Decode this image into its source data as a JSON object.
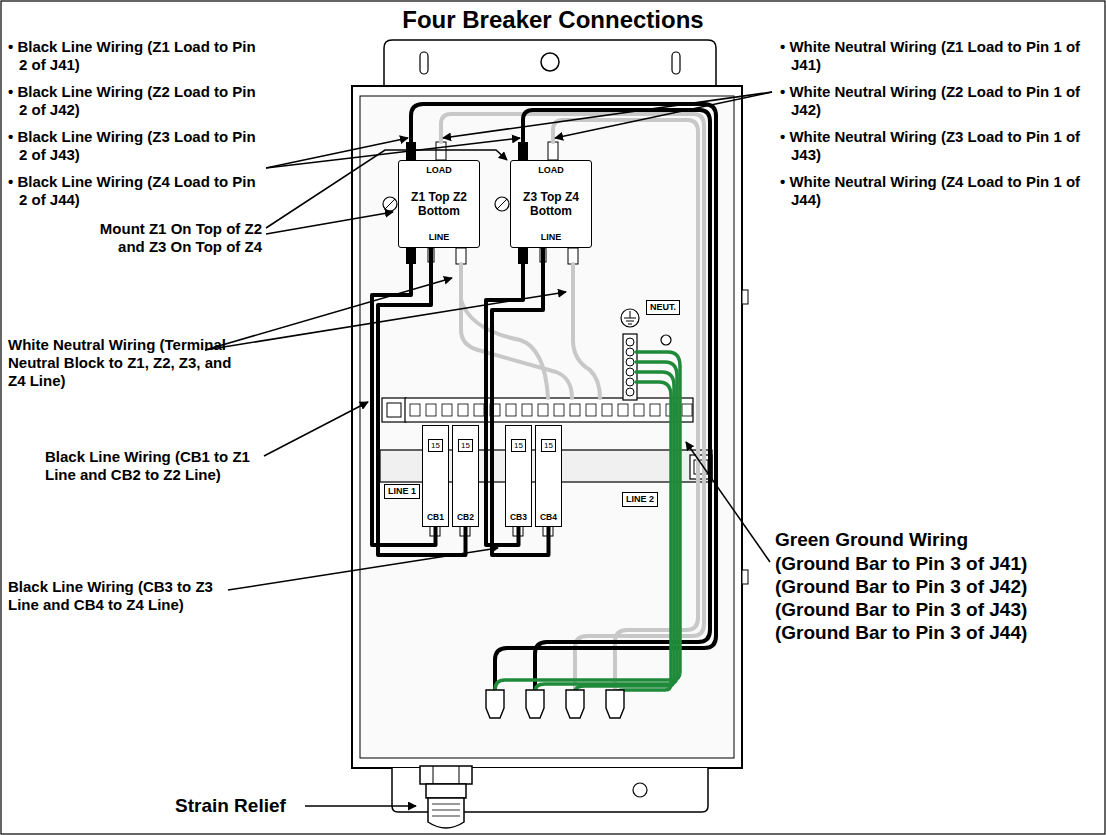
{
  "diagram": {
    "title": "Four Breaker Connections",
    "nodes": [
      {
        "text": [
          "LOAD",
          "Z1 Top Z2 Bottom",
          "LINE"
        ]
      },
      {
        "text": [
          "LOAD",
          "Z3 Top Z4 Bottom",
          "LINE"
        ]
      },
      {
        "text": [
          "15",
          "CB1"
        ]
      },
      {
        "text": [
          "15",
          "CB2"
        ]
      },
      {
        "text": [
          "15",
          "CB3"
        ]
      },
      {
        "text": [
          "15",
          "CB4"
        ]
      }
    ],
    "edges": [
      {
        "from": 2,
        "to": 0,
        "arrow": "none"
      },
      {
        "from": 3,
        "to": 0,
        "arrow": "none"
      },
      {
        "from": 4,
        "to": 1,
        "arrow": "none"
      },
      {
        "from": 5,
        "to": 1,
        "arrow": "none"
      }
    ],
    "labels": [
      "• Black Line Wiring (Z1 Load to Pin 2 of J41)",
      "• Black Line Wiring (Z2 Load to Pin 2 of J42)",
      "• Black Line Wiring (Z3 Load to Pin 2 of J43)",
      "• Black Line Wiring (Z4 Load to Pin 2 of J44)",
      "• White Neutral Wiring (Z1 Load to Pin 1 of J41)",
      "• White Neutral Wiring (Z2 Load to Pin 1 of J42)",
      "• White Neutral Wiring (Z3 Load to Pin 1 of J43)",
      "• White Neutral Wiring (Z4 Load to Pin 1 of J44)",
      "Mount Z1 On Top of Z2 and Z3 On Top of Z4",
      "White Neutral Wiring (Terminal Neutral Block to Z1, Z2, Z3, and Z4 Line)",
      "Black Line Wiring (CB1 to Z1 Line and CB2 to Z2 Line)",
      "Black Line Wiring (CB3 to Z3 Line and CB4 to Z4 Line)",
      "Green Ground Wiring",
      "(Ground Bar to Pin 3 of J41)",
      "(Ground Bar to Pin 3 of J42)",
      "(Ground Bar to Pin 3 of J43)",
      "(Ground Bar to Pin 3 of J44)",
      "Strain Relief",
      "LINE 1",
      "LINE 2",
      "NEUT."
    ]
  }
}
